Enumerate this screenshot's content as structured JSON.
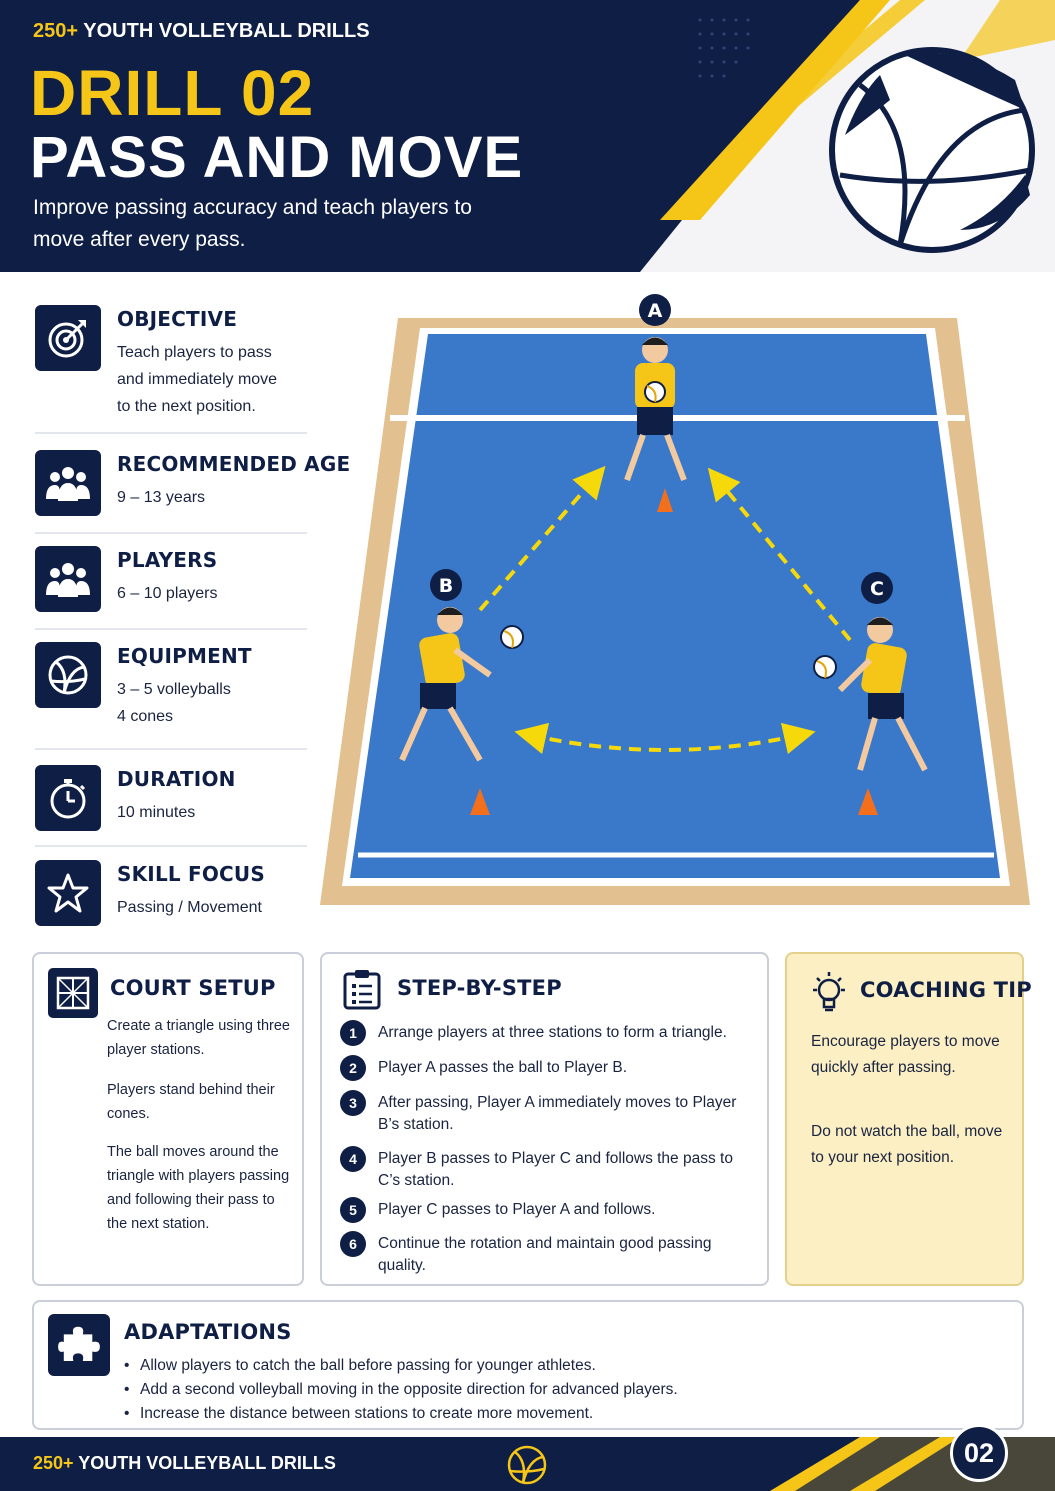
{
  "header": {
    "brand_count": "250+",
    "brand_text": "YOUTH VOLLEYBALL DRILLS",
    "drill_number": "DRILL 02",
    "title": "PASS AND MOVE",
    "subtitle": "Improve passing accuracy and teach players to move after every pass."
  },
  "info": [
    {
      "icon": "target-icon",
      "label": "OBJECTIVE",
      "value": "Teach players to pass\nand immediately move\nto the next position."
    },
    {
      "icon": "group-icon",
      "label": "RECOMMENDED AGE",
      "value": "9 – 13 years"
    },
    {
      "icon": "players-icon",
      "label": "PLAYERS",
      "value": "6 – 10 players"
    },
    {
      "icon": "volleyball-icon",
      "label": "EQUIPMENT",
      "value": "3 – 5 volleyballs\n4 cones"
    },
    {
      "icon": "stopwatch-icon",
      "label": "DURATION",
      "value": "10 minutes"
    },
    {
      "icon": "star-icon",
      "label": "SKILL FOCUS",
      "value": "Passing / Movement"
    }
  ],
  "court": {
    "stations": [
      "A",
      "B",
      "C"
    ],
    "colors": {
      "court": "#3a78c9",
      "frame": "#e3c08f",
      "arrow": "#f5d90a",
      "shirt": "#f5c518",
      "cone": "#f36f1c"
    }
  },
  "court_setup": {
    "title": "COURT SETUP",
    "paragraphs": [
      "Create a triangle using three player stations.",
      "Players stand behind their cones.",
      "The ball moves around the triangle with players passing and following their pass to the next station."
    ]
  },
  "steps": {
    "title": "STEP-BY-STEP",
    "items": [
      {
        "n": "1",
        "text": "Arrange players at three stations to form a triangle."
      },
      {
        "n": "2",
        "text": "Player A passes the ball to Player B."
      },
      {
        "n": "3",
        "text": "After passing, Player A immediately moves to Player B’s station."
      },
      {
        "n": "4",
        "text": "Player B passes to Player C and follows the pass to C’s station."
      },
      {
        "n": "5",
        "text": "Player C passes to Player A and follows."
      },
      {
        "n": "6",
        "text": "Continue the rotation and maintain good passing quality."
      }
    ]
  },
  "tip": {
    "title": "COACHING TIP",
    "paragraphs": [
      "Encourage players to move quickly after passing.",
      "Do not watch the ball, move to your next position."
    ]
  },
  "adaptations": {
    "title": "ADAPTATIONS",
    "items": [
      "Allow players to catch the ball before passing for younger athletes.",
      "Add a second volleyball moving in the opposite direction for advanced players.",
      "Increase the distance between stations to create more movement."
    ]
  },
  "footer": {
    "brand_count": "250+",
    "brand_text": "YOUTH VOLLEYBALL DRILLS",
    "page": "02"
  }
}
